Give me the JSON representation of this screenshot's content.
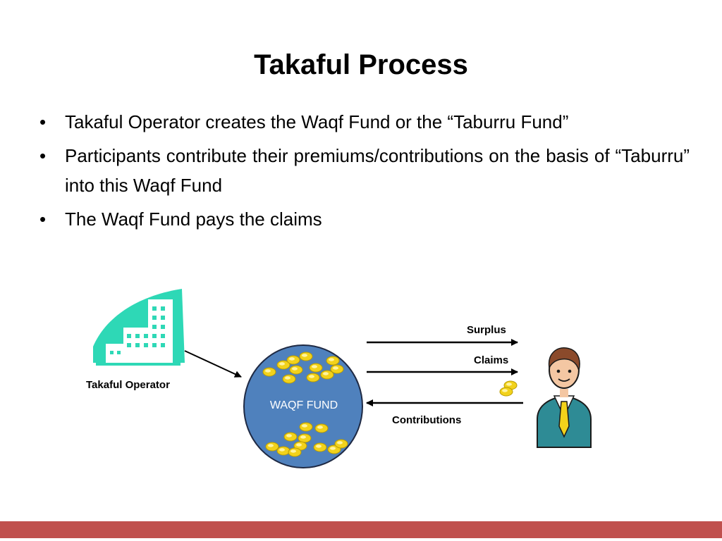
{
  "slide": {
    "title": "Takaful Process",
    "bullets": [
      {
        "marker": "•",
        "text": "Takaful Operator creates the Waqf Fund or the “Taburru Fund”"
      },
      {
        "marker": "•",
        "text": "Participants contribute their premiums/contributions on the basis of “Taburru” into this Waqf Fund"
      },
      {
        "marker": "•",
        "text": "The Waqf Fund pays the claims"
      }
    ]
  },
  "diagram": {
    "operator_label": "Takaful Operator",
    "fund_label": "WAQF FUND",
    "surplus_label": "Surplus",
    "claims_label": "Claims",
    "contributions_label": "Contributions",
    "icons": [
      "building-icon",
      "coins-icon",
      "participant-icon",
      "arrow-icon"
    ],
    "colors": {
      "fund_fill": "#4f81bd",
      "fund_stroke": "#1f2a44",
      "building": "#2ed8b6",
      "coin": "#f2d21b",
      "participant_suit": "#2e8b95",
      "footer": "#c0504d"
    }
  }
}
